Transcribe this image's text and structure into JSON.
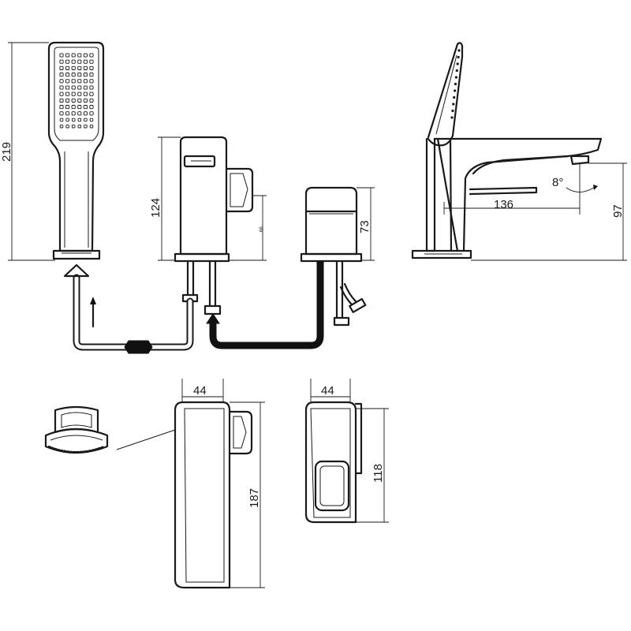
{
  "colors": {
    "line": "#1a1a1a",
    "background": "#ffffff",
    "hot_hose": "#111111"
  },
  "dimensions": {
    "handshower_height": "219",
    "mixer_height": "124",
    "mixer_small": "66",
    "diverter_height": "73",
    "spout_reach": "136",
    "spout_angle": "8°",
    "spout_height": "97",
    "top_mixer_width": "44",
    "top_mixer_length": "187",
    "top_diverter_width": "44",
    "top_diverter_length": "118"
  },
  "icons": [
    "handshower-icon",
    "mixer-icon",
    "diverter-icon",
    "spout-side-icon",
    "aerator-icon",
    "flow-arrow-icon"
  ]
}
